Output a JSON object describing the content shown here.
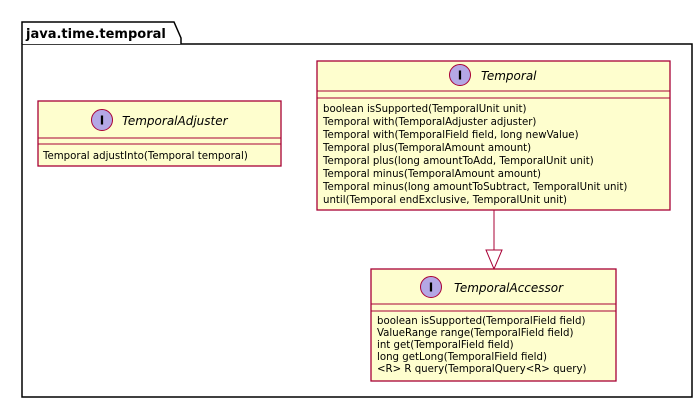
{
  "package": {
    "name": "java.time.temporal"
  },
  "colors": {
    "class_fill": "#FEFECE",
    "class_border": "#A80036",
    "badge_fill": "#B4A7E5",
    "package_border": "#000000",
    "arrow": "#A80036"
  },
  "interface_marker": "I",
  "classes": {
    "adjuster": {
      "name": "TemporalAdjuster",
      "methods": [
        "Temporal adjustInto(Temporal temporal)"
      ]
    },
    "temporal": {
      "name": "Temporal",
      "methods": [
        "boolean isSupported(TemporalUnit unit)",
        "Temporal with(TemporalAdjuster adjuster)",
        "Temporal with(TemporalField field, long newValue)",
        "Temporal plus(TemporalAmount amount)",
        "Temporal plus(long amountToAdd, TemporalUnit unit)",
        "Temporal minus(TemporalAmount amount)",
        "Temporal minus(long amountToSubtract, TemporalUnit unit)",
        "until(Temporal endExclusive, TemporalUnit unit)"
      ]
    },
    "accessor": {
      "name": "TemporalAccessor",
      "methods": [
        "boolean isSupported(TemporalField field)",
        "ValueRange range(TemporalField field)",
        "int get(TemporalField field)",
        "long getLong(TemporalField field)",
        "<R> R query(TemporalQuery<R> query)"
      ]
    }
  },
  "relations": [
    {
      "type": "extends",
      "from": "Temporal",
      "to": "TemporalAccessor"
    }
  ]
}
